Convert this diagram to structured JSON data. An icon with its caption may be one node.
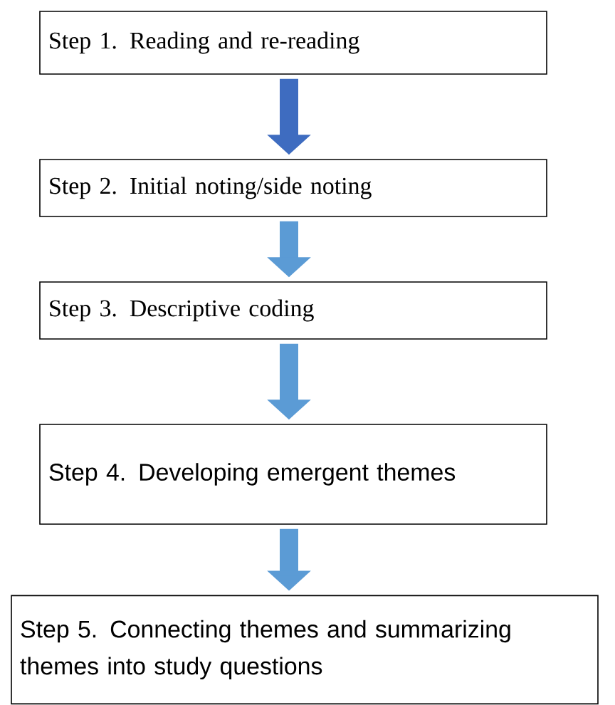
{
  "diagram": {
    "nodes": [
      {
        "text": [
          "Step 1. Reading and re-reading"
        ]
      },
      {
        "text": [
          "Step 2. Initial noting/side noting"
        ]
      },
      {
        "text": [
          "Step 3. Descriptive coding"
        ]
      },
      {
        "text": [
          "Step 4. Developing emergent themes"
        ]
      },
      {
        "text": [
          "Step 5. Connecting themes and summarizing themes into study questions"
        ]
      }
    ],
    "edges": [
      {
        "from": 0,
        "to": 1,
        "arrow": "to",
        "color": "#3e6cc0"
      },
      {
        "from": 1,
        "to": 2,
        "arrow": "to"
      },
      {
        "from": 2,
        "to": 3,
        "arrow": "to"
      },
      {
        "from": 3,
        "to": 4,
        "arrow": "to"
      }
    ]
  }
}
